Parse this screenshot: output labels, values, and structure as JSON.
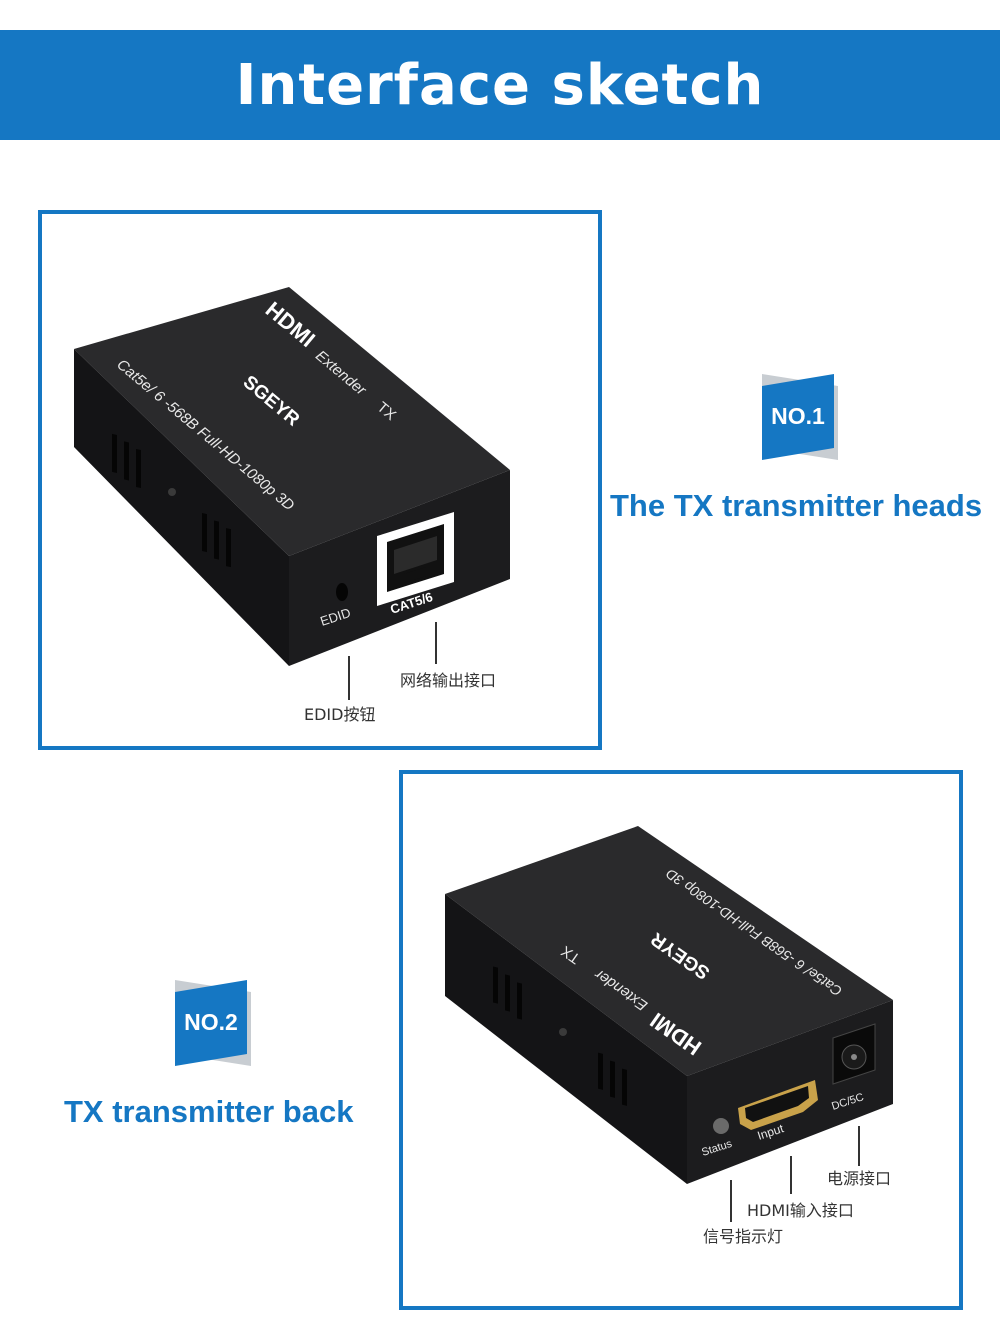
{
  "header": {
    "title": "Interface sketch"
  },
  "section_1": {
    "badge": "NO.1",
    "caption": "The TX transmitter heads",
    "device": {
      "brand_logo": "HDMI",
      "extender_label": "Extender",
      "tx_label": "TX",
      "maker": "SGEYR",
      "spec": "Cat5e/ 6 -568B  Full-HD-1080p 3D",
      "port_label": "CAT5/6",
      "button_label": "EDID"
    },
    "callouts": {
      "network_output": "网络输出接口",
      "edid_button": "EDID按钮"
    }
  },
  "section_2": {
    "badge": "NO.2",
    "caption": "TX transmitter back",
    "device": {
      "brand_logo": "HDMI",
      "extender_label": "Extender",
      "tx_label": "TX",
      "maker": "SGEYR",
      "spec": "Cat5e/ 6 -568B  Full-HD-1080p 3D",
      "status_label": "Status",
      "input_label": "Input",
      "power_label": "DC/5C"
    },
    "callouts": {
      "power_port": "电源接口",
      "hdmi_input": "HDMI输入接口",
      "signal_light": "信号指示灯"
    }
  },
  "colors": {
    "accent": "#1577c3",
    "badge_shadow": "#c8cdd2",
    "device_body": "#1e1e20"
  }
}
